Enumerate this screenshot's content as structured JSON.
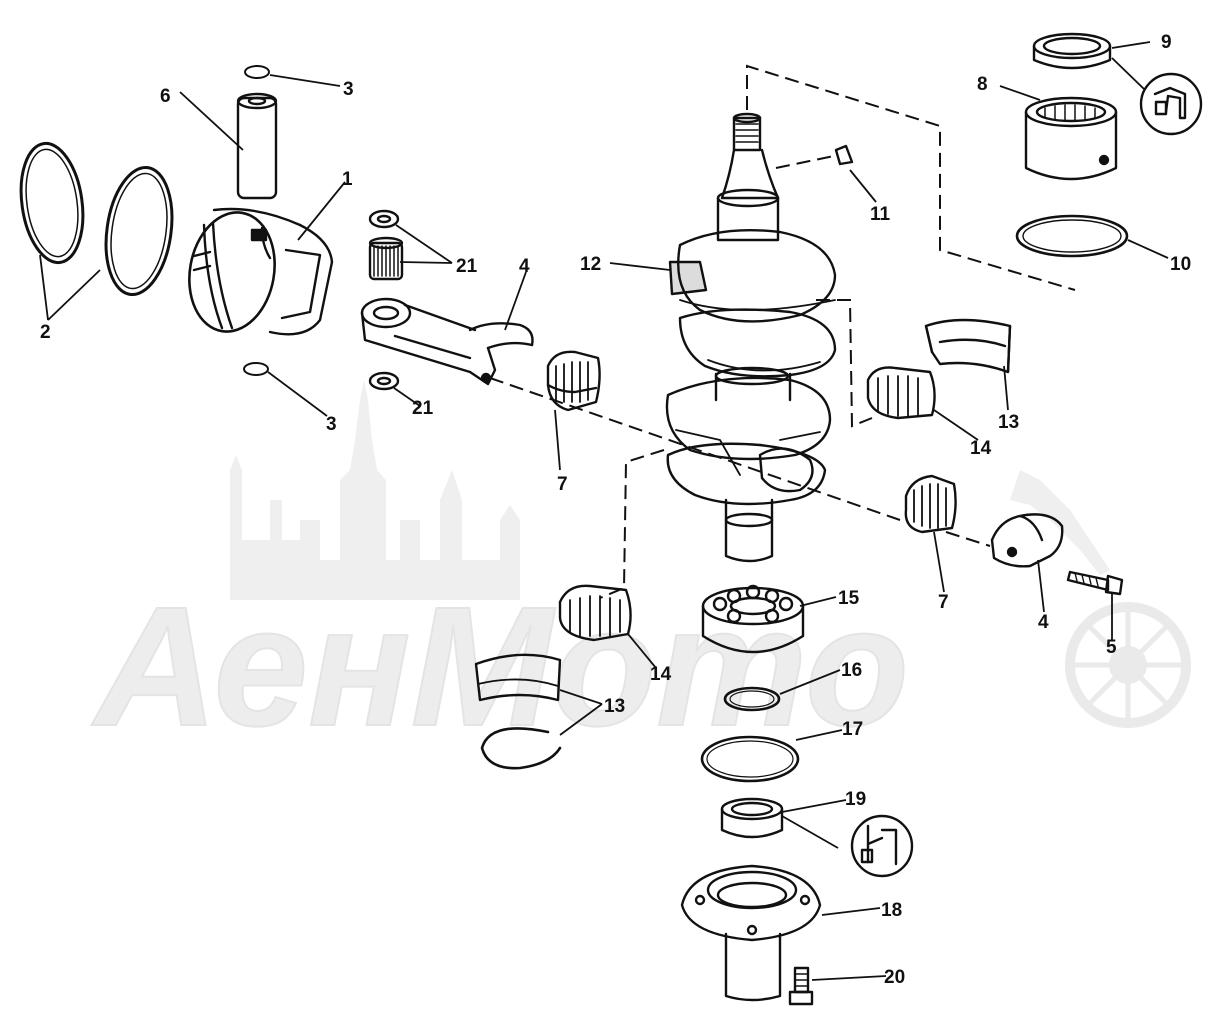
{
  "watermark": {
    "text": "АенМото"
  },
  "callouts": [
    {
      "id": "c1",
      "label": "1"
    },
    {
      "id": "c2",
      "label": "2"
    },
    {
      "id": "c3a",
      "label": "3"
    },
    {
      "id": "c3b",
      "label": "3"
    },
    {
      "id": "c4a",
      "label": "4"
    },
    {
      "id": "c4b",
      "label": "4"
    },
    {
      "id": "c5",
      "label": "5"
    },
    {
      "id": "c6",
      "label": "6"
    },
    {
      "id": "c7a",
      "label": "7"
    },
    {
      "id": "c7b",
      "label": "7"
    },
    {
      "id": "c8",
      "label": "8"
    },
    {
      "id": "c9",
      "label": "9"
    },
    {
      "id": "c10",
      "label": "10"
    },
    {
      "id": "c11",
      "label": "11"
    },
    {
      "id": "c12",
      "label": "12"
    },
    {
      "id": "c13a",
      "label": "13"
    },
    {
      "id": "c13b",
      "label": "13"
    },
    {
      "id": "c14a",
      "label": "14"
    },
    {
      "id": "c14b",
      "label": "14"
    },
    {
      "id": "c15",
      "label": "15"
    },
    {
      "id": "c16",
      "label": "16"
    },
    {
      "id": "c17",
      "label": "17"
    },
    {
      "id": "c18",
      "label": "18"
    },
    {
      "id": "c19",
      "label": "19"
    },
    {
      "id": "c20",
      "label": "20"
    },
    {
      "id": "c21a",
      "label": "21"
    },
    {
      "id": "c21b",
      "label": "21"
    }
  ],
  "colors": {
    "line": "#111111",
    "watermark": "#ececec",
    "background": "#ffffff"
  }
}
